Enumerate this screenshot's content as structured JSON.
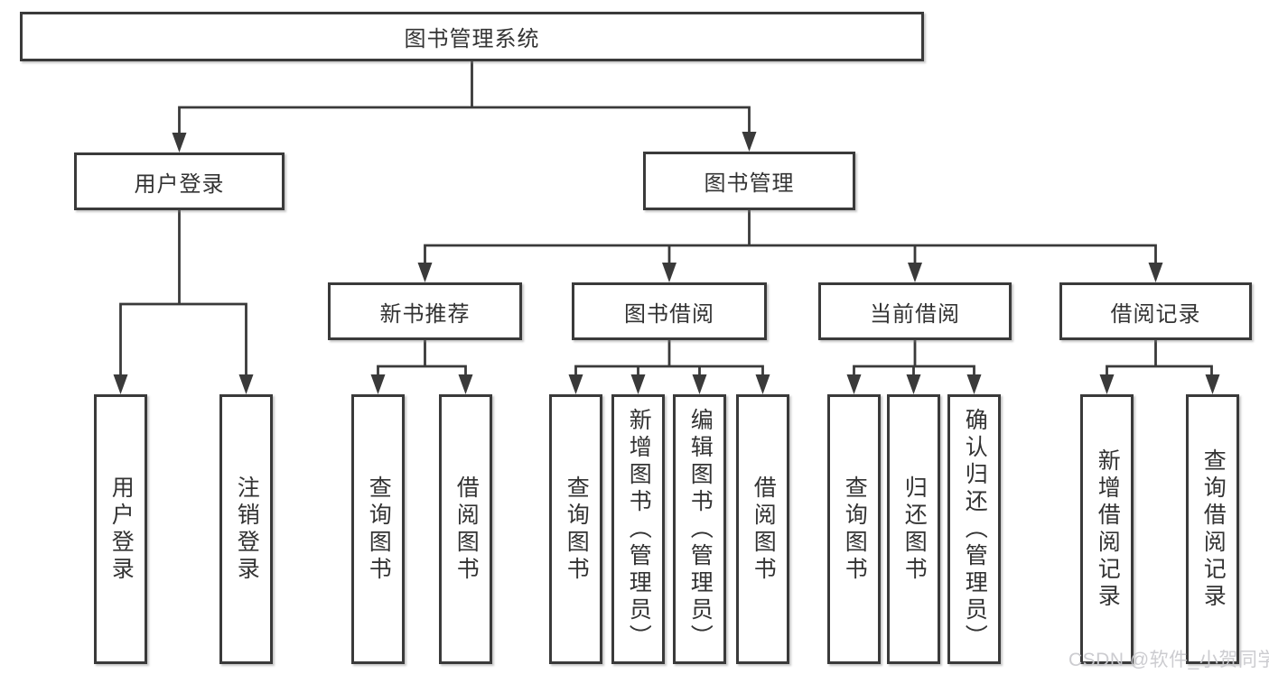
{
  "tree": {
    "root": {
      "label": "图书管理系统"
    },
    "branches": [
      {
        "label": "用户登录",
        "children": [
          {
            "label": "用户登录"
          },
          {
            "label": "注销登录"
          }
        ]
      },
      {
        "label": "图书管理",
        "sections": [
          {
            "label": "新书推荐",
            "children": [
              {
                "label": "查询图书"
              },
              {
                "label": "借阅图书"
              }
            ]
          },
          {
            "label": "图书借阅",
            "children": [
              {
                "label": "查询图书"
              },
              {
                "label": "新增图书（管理员）"
              },
              {
                "label": "编辑图书（管理员）"
              },
              {
                "label": "借阅图书"
              }
            ]
          },
          {
            "label": "当前借阅",
            "children": [
              {
                "label": "查询图书"
              },
              {
                "label": "归还图书"
              },
              {
                "label": "确认归还（管理员）"
              }
            ]
          },
          {
            "label": "借阅记录",
            "children": [
              {
                "label": "新增借阅记录"
              },
              {
                "label": "查询借阅记录"
              }
            ]
          }
        ]
      }
    ]
  },
  "watermark": {
    "text": "CSDN @软件_小贺同学"
  },
  "colors": {
    "line": "#3a3a3a",
    "text": "#333333",
    "box_background": "#ffffff",
    "page_background": "#ffffff",
    "watermark": "#c9c9ce"
  }
}
